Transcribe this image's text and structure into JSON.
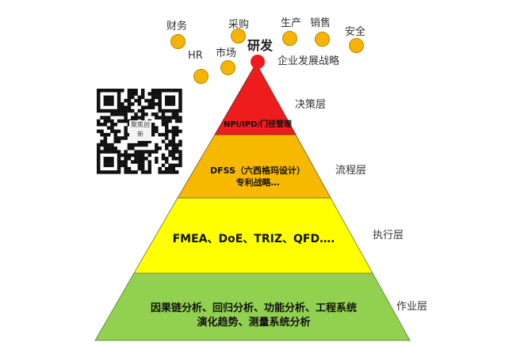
{
  "departments": {
    "finance": "财务",
    "purchasing": "采购",
    "production": "生产",
    "sales": "销售",
    "safety": "安全",
    "hr": "HR",
    "market": "市场",
    "rnd": "研发",
    "strategy": "企业发展战略"
  },
  "levels": [
    {
      "side_label": "决策层",
      "content": "NPI/IPD/门径管理",
      "color": "#ee1c1c"
    },
    {
      "side_label": "流程层",
      "content": "DFSS（六西格玛设计）",
      "content2": "专利战略…",
      "color": "#f7b800"
    },
    {
      "side_label": "执行层",
      "content": "FMEA、DoE、TRIZ、QFD….",
      "color": "#ffff00"
    },
    {
      "side_label": "作业层",
      "content": "因果链分析、回归分析、功能分析、工程系统",
      "content2": "演化趋势、测量系统分析",
      "color": "#92d050"
    }
  ],
  "qr_overlay_text": "聚焦创新"
}
